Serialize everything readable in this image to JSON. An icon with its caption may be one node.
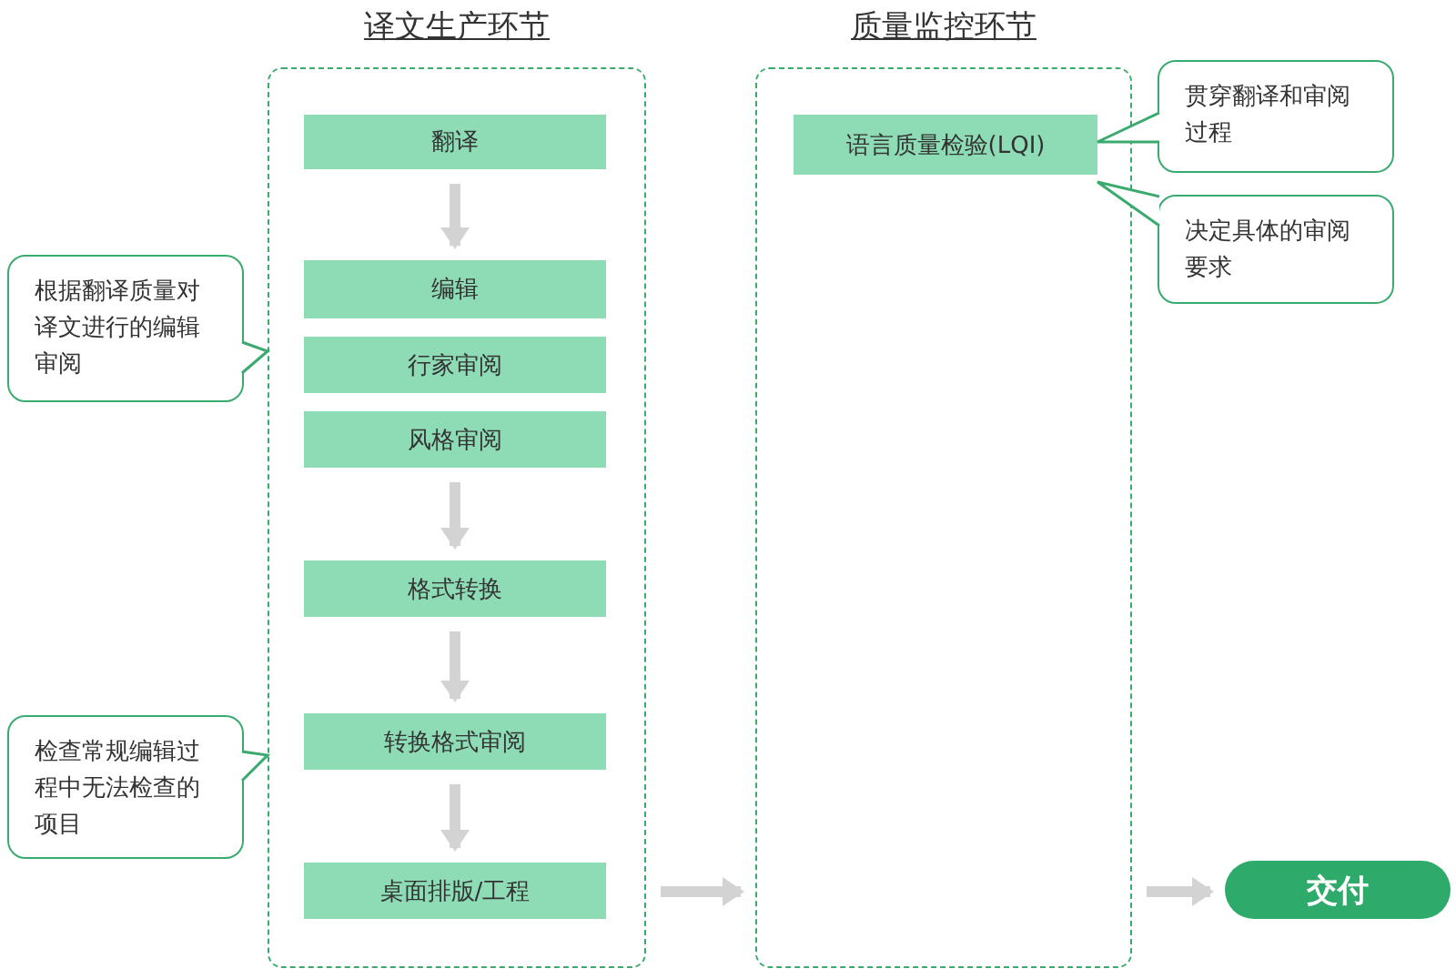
{
  "diagram": {
    "nodes": [
      {
        "text": [
          "译文生产环节"
        ]
      },
      {
        "text": [
          "翻译"
        ],
        "in": 0
      },
      {
        "text": [
          "编辑"
        ],
        "in": 0
      },
      {
        "text": [
          "行家审阅"
        ],
        "in": 0
      },
      {
        "text": [
          "风格审阅"
        ],
        "in": 0
      },
      {
        "text": [
          "格式转换"
        ],
        "in": 0
      },
      {
        "text": [
          "转换格式审阅"
        ],
        "in": 0
      },
      {
        "text": [
          "桌面排版/工程"
        ],
        "in": 0
      },
      {
        "text": [
          "质量监控环节"
        ]
      },
      {
        "text": [
          "语言质量检验(LQI)"
        ],
        "in": 8
      },
      {
        "text": [
          "交付"
        ]
      },
      {
        "text": [
          "贯穿翻译和审阅过程"
        ]
      },
      {
        "text": [
          "决定具体的审阅要求"
        ]
      },
      {
        "text": [
          "根据翻译质量对译文进行的编辑审阅"
        ]
      },
      {
        "text": [
          "检查常规编辑过程中无法检查的项目"
        ]
      }
    ],
    "edges": [
      {
        "from": 1,
        "to": 2,
        "arrow": "to"
      },
      {
        "from": 4,
        "to": 5,
        "arrow": "to"
      },
      {
        "from": 5,
        "to": 6,
        "arrow": "to"
      },
      {
        "from": 6,
        "to": 7,
        "arrow": "to"
      },
      {
        "from": 0,
        "to": 8,
        "arrow": "to"
      },
      {
        "from": 8,
        "to": 10,
        "arrow": "to"
      },
      {
        "from": 11,
        "to": 9,
        "arrow": "to",
        "color": "#3aaa6e"
      },
      {
        "from": 12,
        "to": 9,
        "arrow": "to",
        "color": "#3aaa6e"
      },
      {
        "from": 13,
        "to": 0,
        "arrow": "to",
        "color": "#3aaa6e"
      },
      {
        "from": 14,
        "to": 0,
        "arrow": "to",
        "color": "#3aaa6e"
      }
    ]
  }
}
